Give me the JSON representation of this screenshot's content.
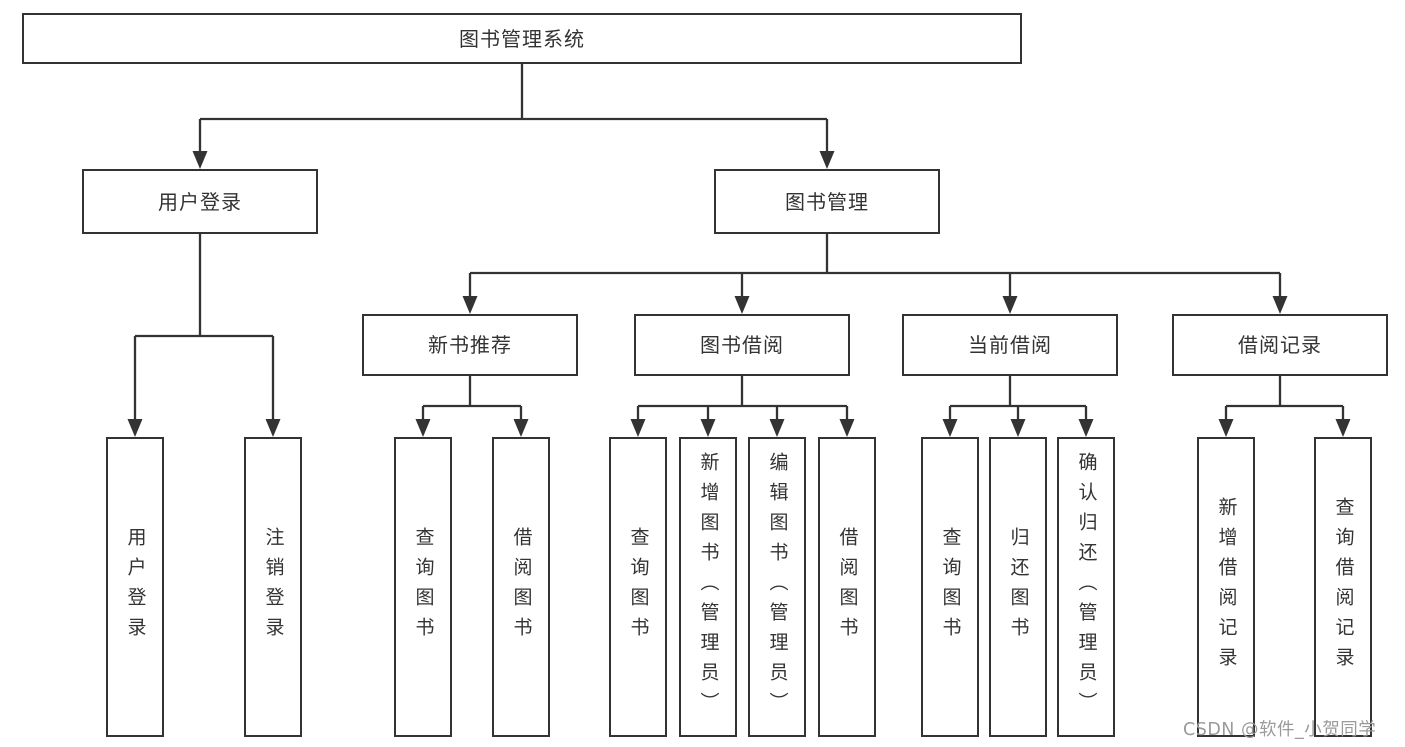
{
  "diagram": {
    "root": {
      "label": "图书管理系统"
    },
    "nodes": {
      "user_login": {
        "label": "用户登录",
        "children": [
          "用户登录",
          "注销登录"
        ]
      },
      "book_management": {
        "label": "图书管理"
      },
      "new_book_recommend": {
        "label": "新书推荐",
        "children": [
          "查询图书",
          "借阅图书"
        ]
      },
      "book_borrow": {
        "label": "图书借阅",
        "children": [
          "查询图书",
          "新增图书（管理员）",
          "编辑图书（管理员）",
          "借阅图书"
        ]
      },
      "current_borrow": {
        "label": "当前借阅",
        "children": [
          "查询图书",
          "归还图书",
          "确认归还（管理员）"
        ]
      },
      "borrow_records": {
        "label": "借阅记录",
        "children": [
          "新增借阅记录",
          "查询借阅记录"
        ]
      }
    },
    "watermark": "CSDN @软件_小贺同学",
    "colors": {
      "line": "#333333",
      "box_border": "#333333",
      "text": "#333333",
      "watermark": "#9a9a9a",
      "background": "#ffffff"
    }
  }
}
